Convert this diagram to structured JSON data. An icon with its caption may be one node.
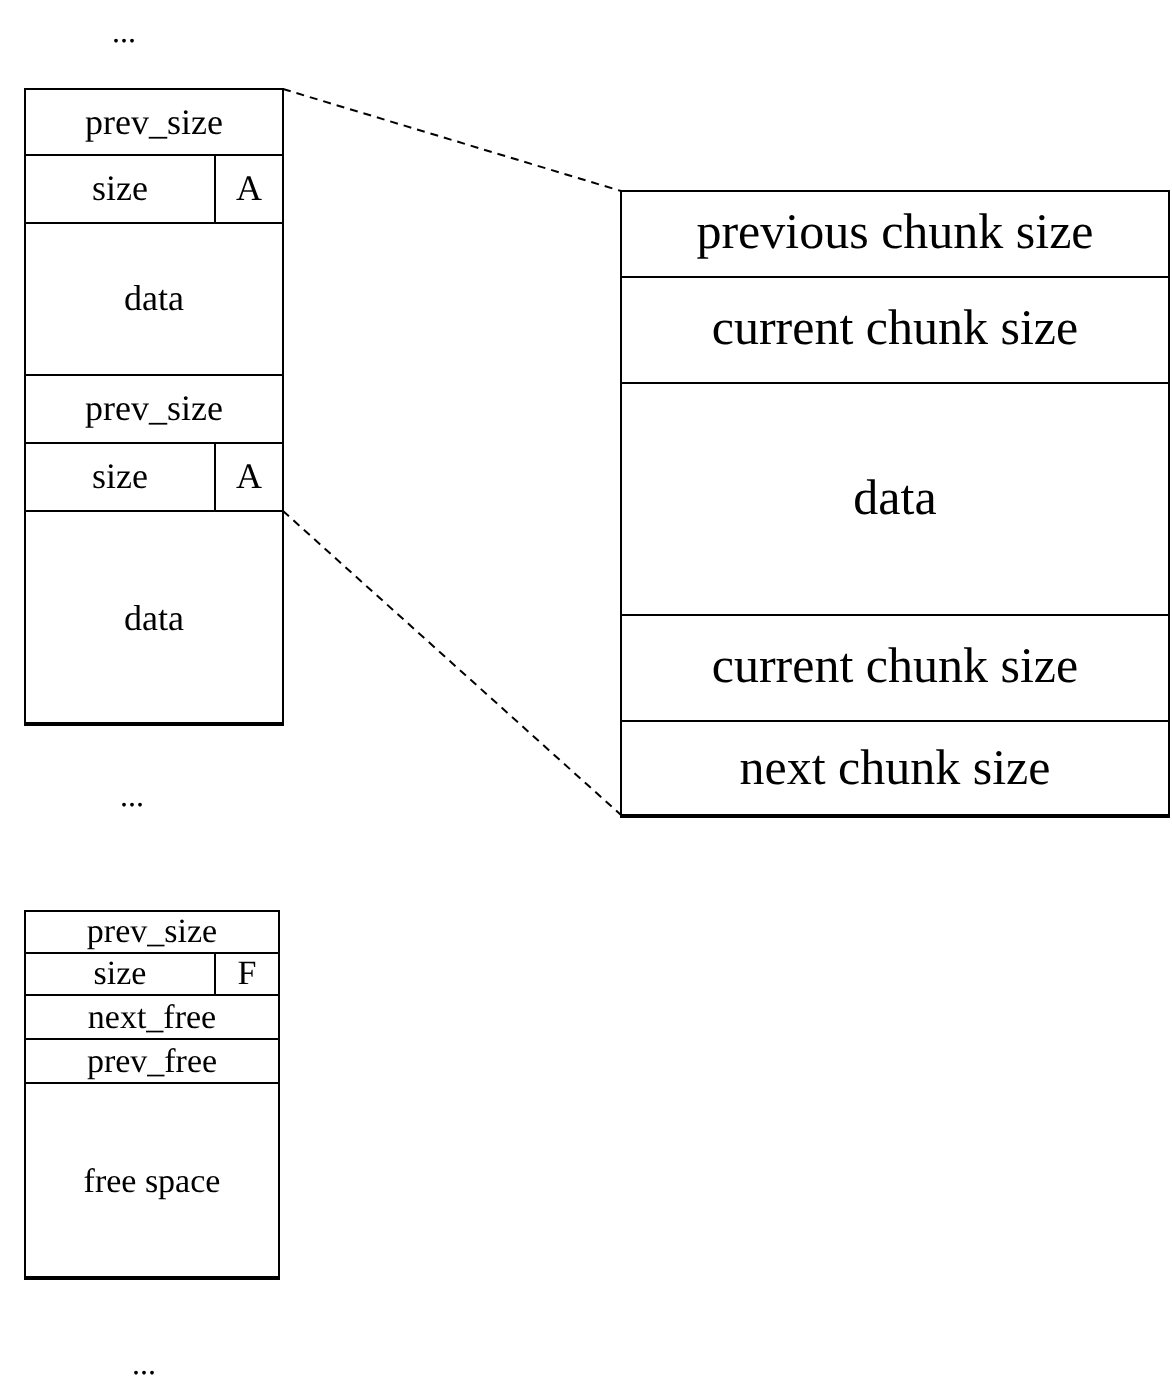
{
  "diagram": {
    "nodes": [
      {
        "text": [],
        "shape": "box"
      },
      {
        "text": [
          "prev_size"
        ],
        "in": 0
      },
      {
        "text": [
          "size"
        ],
        "in": 0
      },
      {
        "text": [
          "A"
        ],
        "in": 0
      },
      {
        "text": [
          "data"
        ],
        "in": 0
      },
      {
        "text": [
          "prev_size"
        ],
        "in": 0
      },
      {
        "text": [
          "size"
        ],
        "in": 0
      },
      {
        "text": [
          "A"
        ],
        "in": 0
      },
      {
        "text": [
          "data"
        ],
        "in": 0
      },
      {
        "text": [],
        "shape": "box"
      },
      {
        "text": [
          "previous chunk size"
        ],
        "in": 9
      },
      {
        "text": [
          "current chunk size"
        ],
        "in": 9
      },
      {
        "text": [
          "data"
        ],
        "in": 9
      },
      {
        "text": [
          "current chunk size"
        ],
        "in": 9
      },
      {
        "text": [
          "next chunk size"
        ],
        "in": 9
      },
      {
        "text": [],
        "shape": "box"
      },
      {
        "text": [
          "prev_size"
        ],
        "in": 15
      },
      {
        "text": [
          "size"
        ],
        "in": 15
      },
      {
        "text": [
          "F"
        ],
        "in": 15
      },
      {
        "text": [
          "next_free"
        ],
        "in": 15
      },
      {
        "text": [
          "prev_free"
        ],
        "in": 15
      },
      {
        "text": [
          "free space"
        ],
        "in": 15
      }
    ],
    "edges": [
      {
        "from": 1,
        "to": 9,
        "arrow": "none",
        "style": "dashed"
      },
      {
        "from": 7,
        "to": 9,
        "arrow": "none",
        "style": "dashed"
      }
    ],
    "labels": [
      "...",
      "...",
      "..."
    ]
  }
}
